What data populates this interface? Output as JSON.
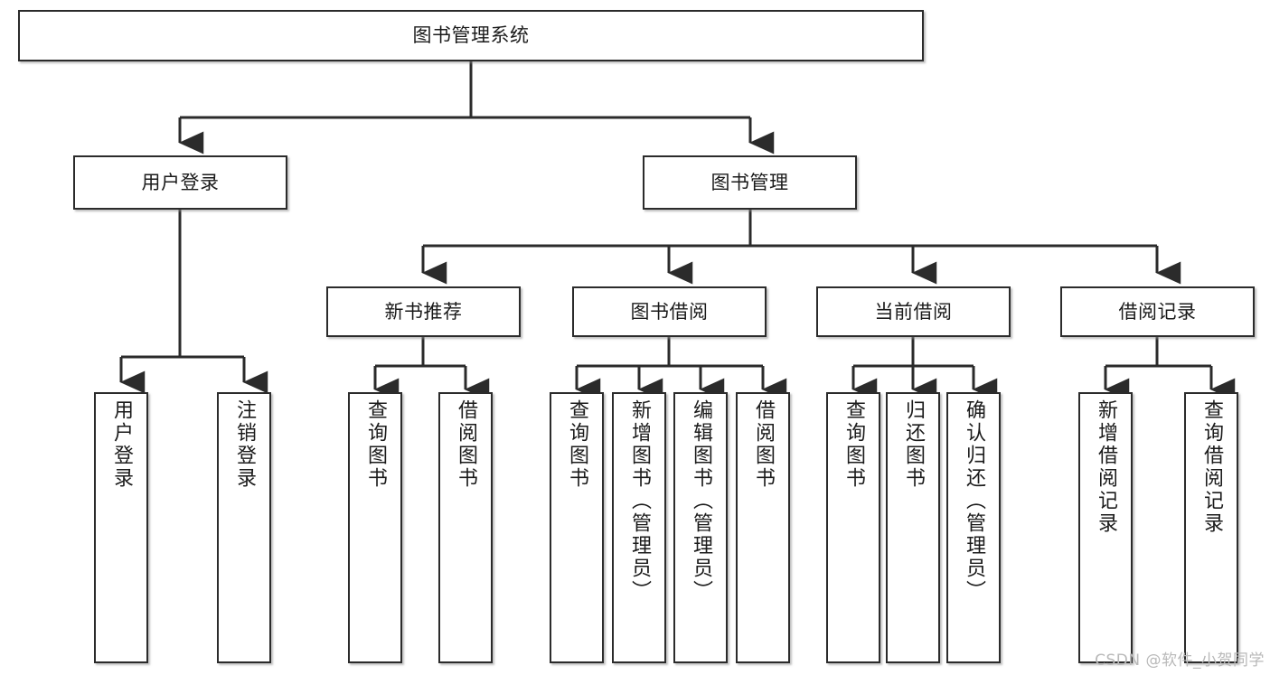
{
  "diagram": {
    "type": "tree-hierarchy-flowchart",
    "title": "图书管理系统",
    "watermark": "CSDN @软件_小贺同学",
    "colors": {
      "stroke": "#2b2b2b",
      "fill": "#ffffff",
      "text": "#1b1b1b",
      "watermark": "#b9b9b9"
    },
    "nodes": {
      "root": {
        "label": "图书管理系统"
      },
      "level2": [
        {
          "id": "user-login",
          "label": "用户登录"
        },
        {
          "id": "book-management",
          "label": "图书管理"
        }
      ],
      "level3": [
        {
          "id": "new-book-recommend",
          "label": "新书推荐"
        },
        {
          "id": "book-borrow",
          "label": "图书借阅"
        },
        {
          "id": "current-borrow",
          "label": "当前借阅"
        },
        {
          "id": "borrow-record",
          "label": "借阅记录"
        }
      ],
      "leaves": {
        "user-login": [
          {
            "id": "leaf-user-login",
            "label": "用户登录"
          },
          {
            "id": "leaf-user-logout",
            "label": "注销登录"
          }
        ],
        "new-book-recommend": [
          {
            "id": "leaf-query-book-1",
            "label": "查询图书"
          },
          {
            "id": "leaf-borrow-book-1",
            "label": "借阅图书"
          }
        ],
        "book-borrow": [
          {
            "id": "leaf-query-book-2",
            "label": "查询图书"
          },
          {
            "id": "leaf-add-book",
            "label": "新增图书（管理员）"
          },
          {
            "id": "leaf-edit-book",
            "label": "编辑图书（管理员）"
          },
          {
            "id": "leaf-borrow-book-2",
            "label": "借阅图书"
          }
        ],
        "current-borrow": [
          {
            "id": "leaf-query-book-3",
            "label": "查询图书"
          },
          {
            "id": "leaf-return-book",
            "label": "归还图书"
          },
          {
            "id": "leaf-confirm-return",
            "label": "确认归还（管理员）"
          }
        ],
        "borrow-record": [
          {
            "id": "leaf-add-record",
            "label": "新增借阅记录"
          },
          {
            "id": "leaf-query-record",
            "label": "查询借阅记录"
          }
        ]
      }
    }
  }
}
